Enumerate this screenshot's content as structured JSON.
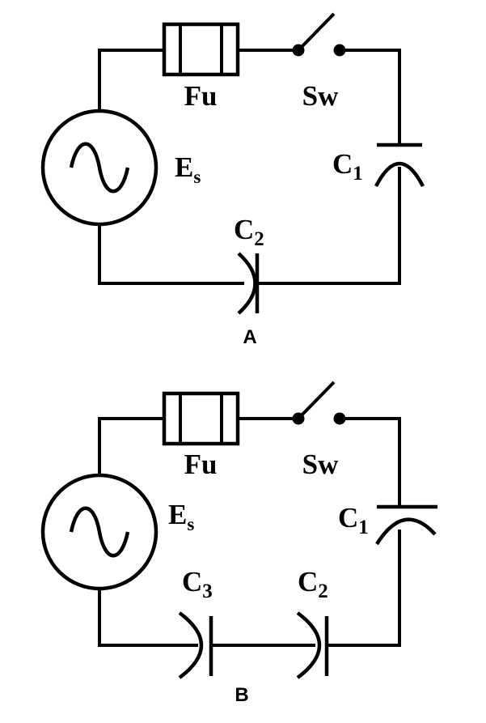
{
  "diagram_a": {
    "fuse_label": "Fu",
    "switch_label": "Sw",
    "source_label": "E",
    "source_sub": "s",
    "c1_label": "C",
    "c1_sub": "1",
    "c2_label": "C",
    "c2_sub": "2",
    "panel_label": "A"
  },
  "diagram_b": {
    "fuse_label": "Fu",
    "switch_label": "Sw",
    "source_label": "E",
    "source_sub": "s",
    "c1_label": "C",
    "c1_sub": "1",
    "c2_label": "C",
    "c2_sub": "2",
    "c3_label": "C",
    "c3_sub": "3",
    "panel_label": "B"
  }
}
